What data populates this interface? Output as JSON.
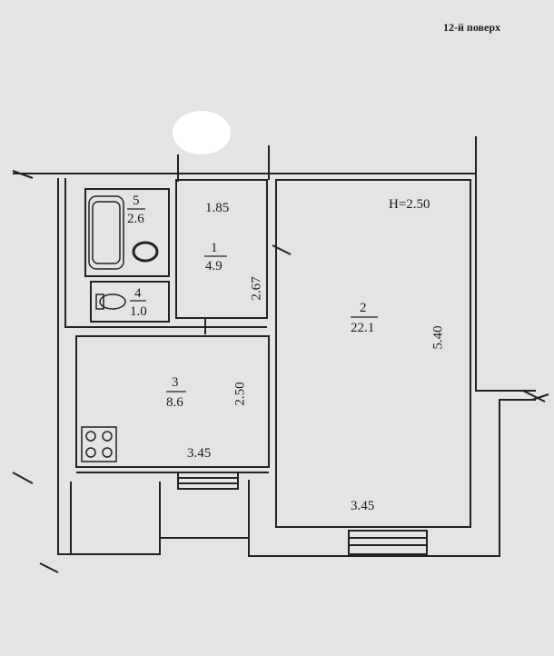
{
  "floor_label": "12-й поверх",
  "ceiling_height": "H=2.50",
  "rooms": [
    {
      "number": "1",
      "area": "4.9"
    },
    {
      "number": "2",
      "area": "22.1"
    },
    {
      "number": "3",
      "area": "8.6"
    },
    {
      "number": "4",
      "area": "1.0"
    },
    {
      "number": "5",
      "area": "2.6"
    }
  ],
  "dimensions": {
    "hall_width": "1.85",
    "hall_length": "2.67",
    "room_width": "3.45",
    "room_length": "5.40",
    "kitchen_width": "3.45",
    "kitchen_length": "2.50"
  }
}
